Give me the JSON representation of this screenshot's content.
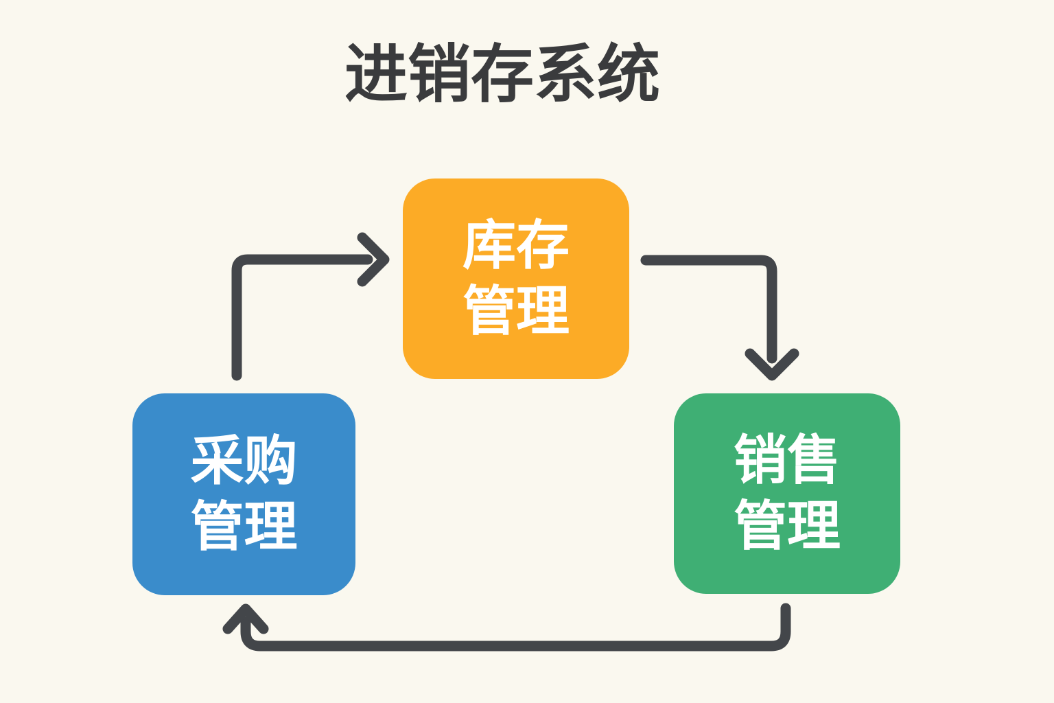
{
  "title": "进销存系统",
  "colors": {
    "background": "#FAF8EF",
    "title_text": "#3A3B3D",
    "arrow": "#43464A",
    "node_text": "#FFFFFF",
    "purchase_blue": "#3A8CCB",
    "inventory_orange": "#FCAB26",
    "sales_green": "#3FAF74"
  },
  "diagram": {
    "nodes": [
      {
        "id": "purchase",
        "label": "采购管理",
        "lines": [
          "采购",
          "管理"
        ],
        "color": "#3A8CCB"
      },
      {
        "id": "inventory",
        "label": "库存管理",
        "lines": [
          "库存",
          "管理"
        ],
        "color": "#FCAB26"
      },
      {
        "id": "sales",
        "label": "销售管理",
        "lines": [
          "销售",
          "管理"
        ],
        "color": "#3FAF74"
      }
    ],
    "edges": [
      {
        "from": "采购管理",
        "to": "库存管理"
      },
      {
        "from": "库存管理",
        "to": "销售管理"
      },
      {
        "from": "销售管理",
        "to": "采购管理"
      }
    ]
  }
}
